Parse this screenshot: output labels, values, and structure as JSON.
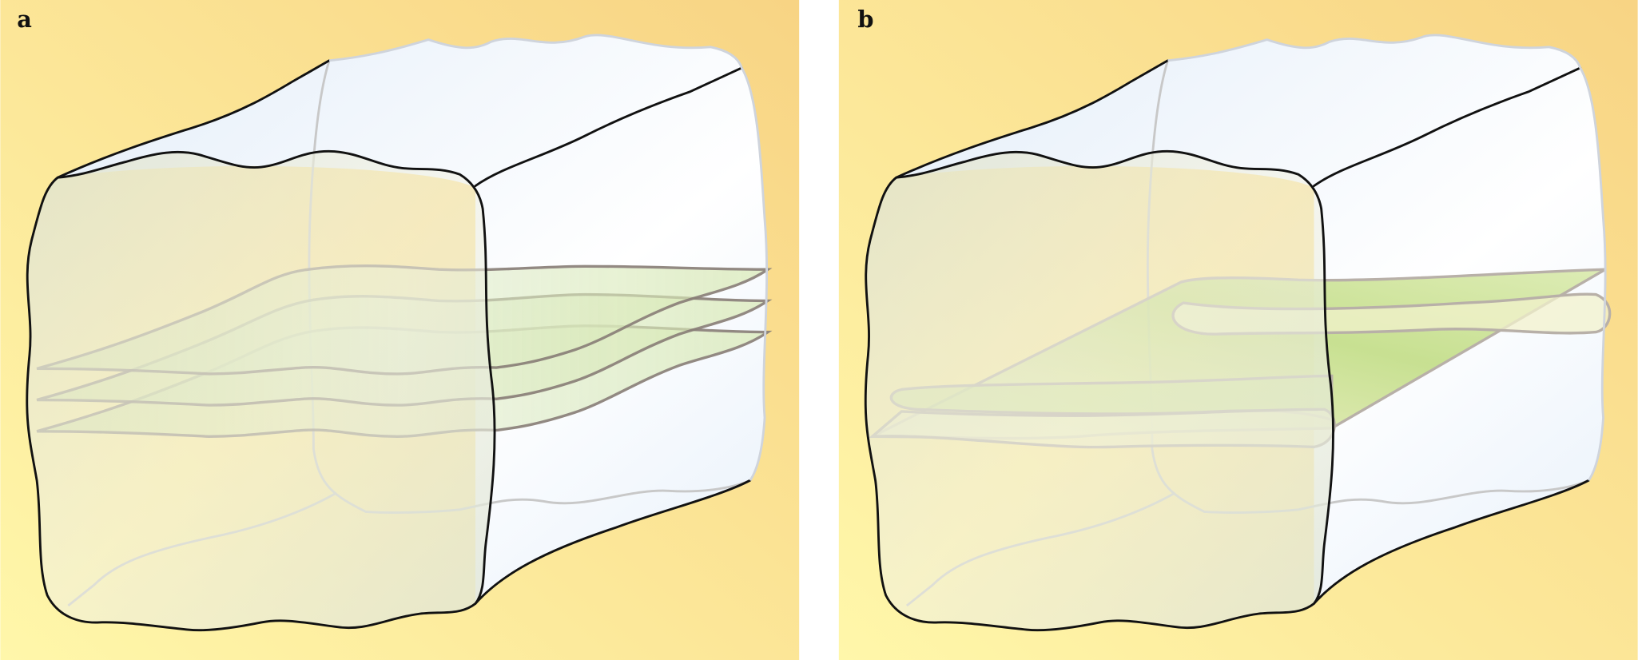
{
  "panels": [
    {
      "label": "a",
      "description_kind": "stacked wavy sheets"
    },
    {
      "label": "b",
      "description_kind": "flat folded sheet"
    }
  ],
  "colors": {
    "background_light": "#fff6a6",
    "background_dark": "#f8d686",
    "sheet_green": "#b9d77a",
    "block_blue": "#e6f0fa",
    "outline": "#111111"
  }
}
